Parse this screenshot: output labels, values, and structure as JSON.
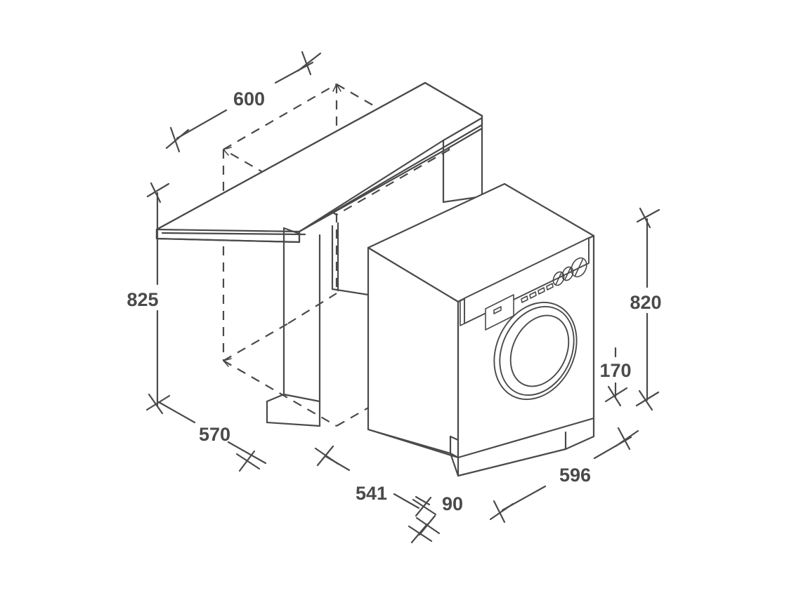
{
  "drawing": {
    "title": "Built-in washing machine installation dimensions",
    "units": "mm",
    "line_color": "#4a4a4a",
    "background_color": "#ffffff"
  },
  "dimensions": {
    "niche_depth": "600",
    "niche_height": "825",
    "niche_base_depth": "570",
    "appliance_height": "820",
    "plinth_height": "170",
    "appliance_depth": "541",
    "door_clearance": "90",
    "appliance_width": "596"
  },
  "labels": [
    {
      "id": "niche-depth",
      "value": "600"
    },
    {
      "id": "niche-height",
      "value": "825"
    },
    {
      "id": "niche-base-depth",
      "value": "570"
    },
    {
      "id": "appliance-height",
      "value": "820"
    },
    {
      "id": "plinth-height",
      "value": "170"
    },
    {
      "id": "appliance-depth",
      "value": "541"
    },
    {
      "id": "door-clearance",
      "value": "90"
    },
    {
      "id": "appliance-width",
      "value": "596"
    }
  ],
  "appliance": {
    "type": "front-loading washing machine",
    "control_panel": {
      "detergent_drawer": "detergent-drawer",
      "buttons_count": 4,
      "dials_count": 3
    },
    "door": "porthole-door"
  },
  "cabinet": {
    "worktop": "worktop-slab",
    "side_panel": "cabinet-side-panel",
    "niche_outline": "dashed-niche-outline"
  }
}
